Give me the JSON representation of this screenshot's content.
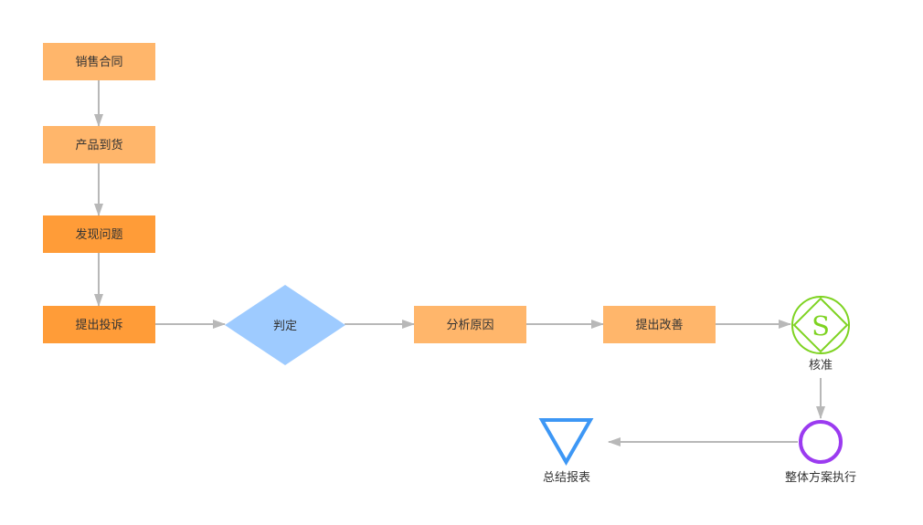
{
  "colors": {
    "box_light": "#FFB66B",
    "box_dark": "#FF9C38",
    "diamond": "#9ECBFF",
    "arrow": "#B8B8B8",
    "badge": "#7ED321",
    "circle": "#9B3BF0",
    "triangle": "#3D97F5",
    "text": "#333333"
  },
  "nodes": {
    "sales_contract": "销售合同",
    "product_arrival": "产品到货",
    "find_problem": "发现问题",
    "file_complaint": "提出投诉",
    "judge": "判定",
    "analyze_cause": "分析原因",
    "propose_improvement": "提出改善",
    "approve": "核准",
    "approve_icon_letter": "S",
    "overall_execution": "整体方案执行",
    "summary_report": "总结报表"
  },
  "icons": {
    "approve": "s-badge-icon",
    "execution": "circle-icon",
    "report": "down-triangle-icon"
  }
}
